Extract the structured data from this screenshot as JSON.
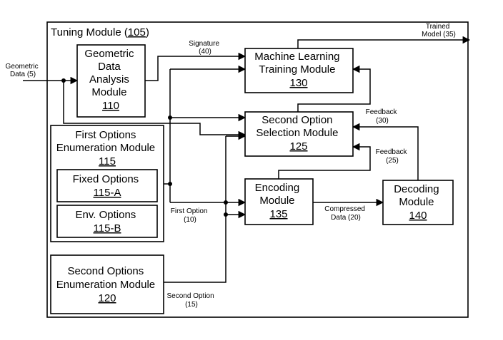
{
  "tuning_module": {
    "label": "Tuning Module (",
    "ref": "105",
    "close": ")"
  },
  "modules": {
    "geometric": {
      "lines": [
        "Geometric",
        "Data",
        "Analysis",
        "Module"
      ],
      "ref": "110"
    },
    "ml_training": {
      "lines": [
        "Machine Learning",
        "Training Module"
      ],
      "ref": "130"
    },
    "second_option_selection": {
      "lines": [
        "Second Option",
        "Selection Module"
      ],
      "ref": "125"
    },
    "first_options_enum": {
      "lines": [
        "First Options",
        "Enumeration Module"
      ],
      "ref": "115"
    },
    "fixed_options": {
      "lines": [
        "Fixed Options"
      ],
      "ref": "115-A"
    },
    "env_options": {
      "lines": [
        "Env. Options"
      ],
      "ref": "115-B"
    },
    "encoding": {
      "lines": [
        "Encoding",
        "Module"
      ],
      "ref": "135"
    },
    "decoding": {
      "lines": [
        "Decoding",
        "Module"
      ],
      "ref": "140"
    },
    "second_options_enum": {
      "lines": [
        "Second Options",
        "Enumeration Module"
      ],
      "ref": "120"
    }
  },
  "signals": {
    "geometric_data": [
      "Geometric",
      "Data (5)"
    ],
    "signature": [
      "Signature",
      "(40)"
    ],
    "trained_model": [
      "Trained",
      "Model (35)"
    ],
    "feedback_30": [
      "Feedback",
      "(30)"
    ],
    "feedback_25": [
      "Feedback",
      "(25)"
    ],
    "first_option": [
      "First Option",
      "(10)"
    ],
    "compressed_data": [
      "Compressed",
      "Data (20)"
    ],
    "second_option": [
      "Second Option",
      "(15)"
    ]
  }
}
